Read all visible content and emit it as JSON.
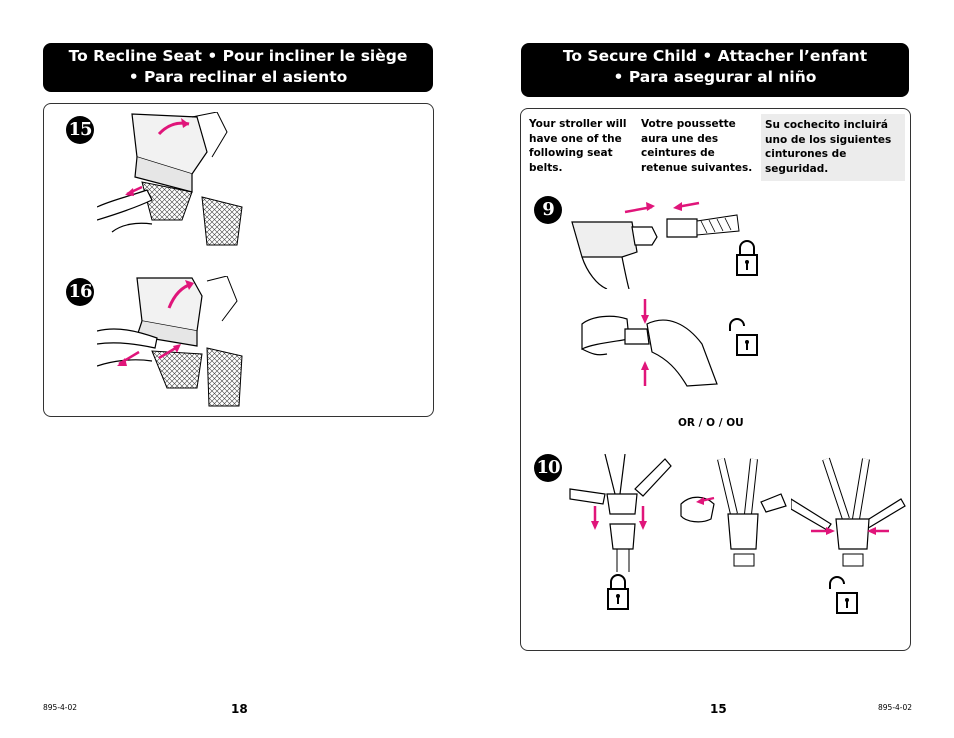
{
  "left_page": {
    "header": {
      "line1": "To Recline Seat  •  Pour incliner le siège",
      "line2": "•  Para reclinar el asiento"
    },
    "steps": [
      {
        "number": "15"
      },
      {
        "number": "16"
      }
    ],
    "footer": {
      "code": "895-4-02",
      "page_number": "18"
    }
  },
  "right_page": {
    "header": {
      "line1": "To Secure Child  •  Attacher l’enfant",
      "line2": "•  Para asegurar al niño"
    },
    "columns": {
      "english": "Your stroller will have one of the following seat belts.",
      "french": "Votre poussette aura une des ceintures de retenue suivantes.",
      "spanish": "Su cochecito incluirá uno de los siguientes cinturones de seguridad."
    },
    "steps": [
      {
        "number": "9"
      },
      {
        "number": "10"
      }
    ],
    "or_label": "OR / O / OU",
    "footer": {
      "code": "895-4-02",
      "page_number": "15"
    }
  },
  "colors": {
    "accent_arrow": "#e0157a",
    "banner": "#000000",
    "shading": "#ececec"
  },
  "icons": [
    "locked-padlock-icon",
    "unlocked-padlock-icon",
    "arrow-icon"
  ]
}
